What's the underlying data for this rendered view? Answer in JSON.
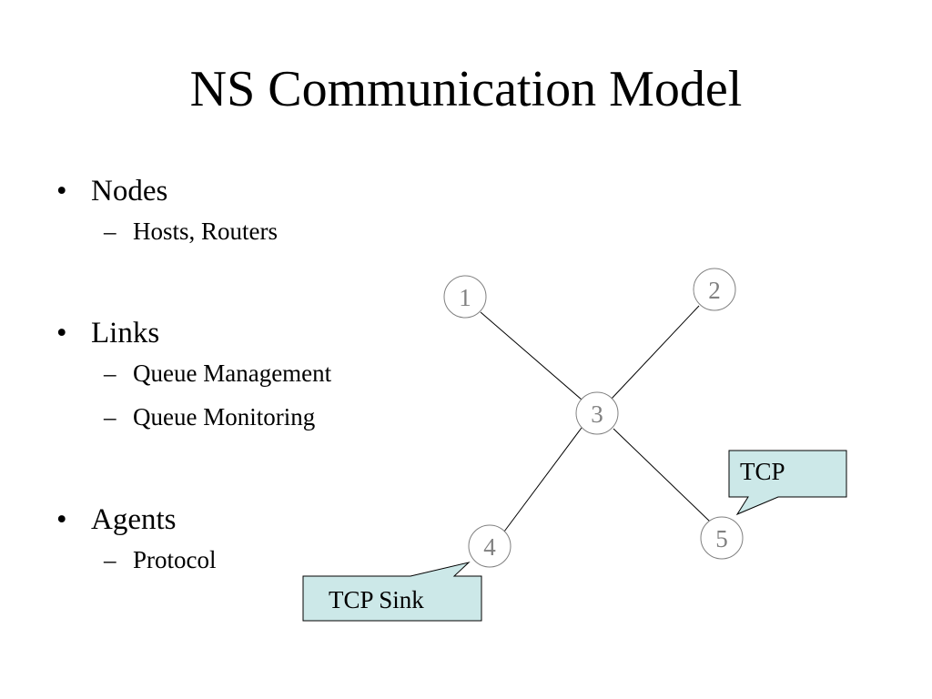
{
  "title": "NS Communication Model",
  "bullets": [
    {
      "text": "Nodes",
      "subs": [
        "Hosts, Routers"
      ]
    },
    {
      "text": "Links",
      "subs": [
        "Queue Management",
        "Queue Monitoring"
      ]
    },
    {
      "text": "Agents",
      "subs": [
        "Protocol"
      ]
    }
  ],
  "bullet_glyph": "•",
  "sub_glyph": "–",
  "diagram": {
    "nodes": [
      {
        "id": "1",
        "label": "1"
      },
      {
        "id": "2",
        "label": "2"
      },
      {
        "id": "3",
        "label": "3"
      },
      {
        "id": "4",
        "label": "4"
      },
      {
        "id": "5",
        "label": "5"
      }
    ],
    "edges": [
      {
        "from": "1",
        "to": "3"
      },
      {
        "from": "2",
        "to": "3"
      },
      {
        "from": "3",
        "to": "4"
      },
      {
        "from": "3",
        "to": "5"
      }
    ],
    "callouts": [
      {
        "label": "TCP",
        "attached_to": "5"
      },
      {
        "label": "TCP Sink",
        "attached_to": "4"
      }
    ],
    "colors": {
      "node_stroke": "#808080",
      "node_label": "#808080",
      "edge": "#000000",
      "callout_fill": "#cce8e8",
      "callout_stroke": "#000000"
    }
  }
}
